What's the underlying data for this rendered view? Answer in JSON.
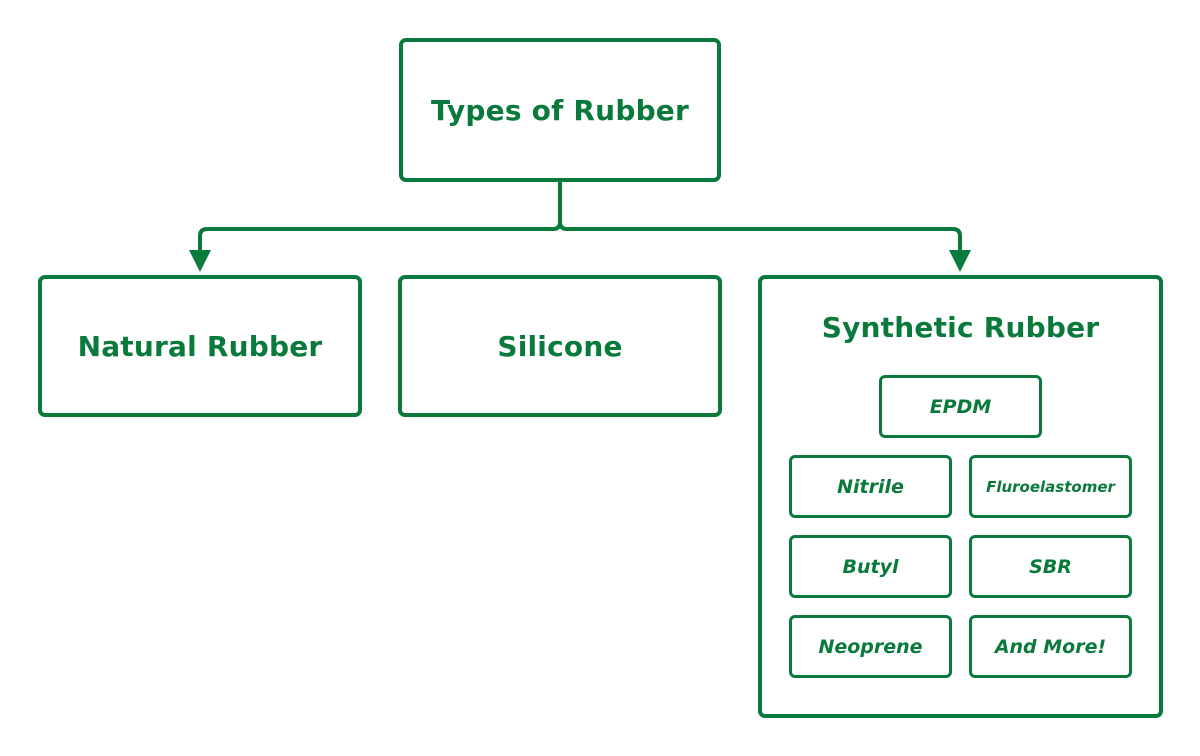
{
  "colors": {
    "accent": "#0a7a3c",
    "background": "#ffffff"
  },
  "root": {
    "label": "Types of Rubber"
  },
  "categories": {
    "natural": "Natural Rubber",
    "silicone": "Silicone",
    "synthetic": "Synthetic Rubber"
  },
  "synthetic_types": {
    "epdm": "EPDM",
    "nitrile": "Nitrile",
    "fluoroelastomer": "Fluroelastomer",
    "butyl": "Butyl",
    "sbr": "SBR",
    "neoprene": "Neoprene",
    "more": "And More!"
  }
}
